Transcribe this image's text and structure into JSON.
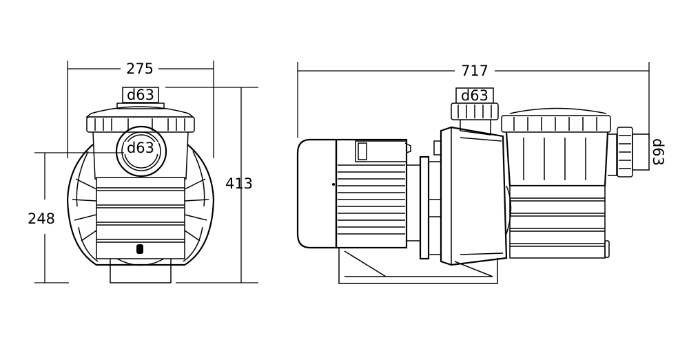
{
  "front_view": {
    "width_label": "275",
    "height_total_label": "413",
    "height_axis_label": "248",
    "top_port_label": "d63",
    "front_port_label": "d63"
  },
  "side_view": {
    "length_label": "717",
    "top_port_label": "d63",
    "side_port_label": "d63"
  }
}
